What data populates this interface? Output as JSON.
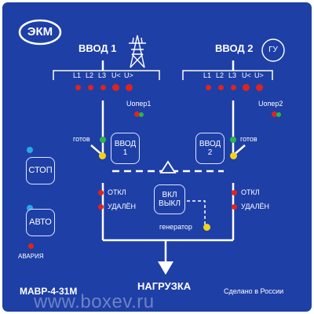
{
  "brand": {
    "logo_text": "ЭКМ",
    "model": "МАВР-4-31М",
    "made_in": "Сделано в России"
  },
  "watermark": "www.boxev.ru",
  "input1": {
    "title": "ВВОД 1",
    "phases": [
      "L1",
      "L2",
      "L3",
      "U<",
      "U>"
    ],
    "uoper_label": "Uопер1",
    "ready_label": "готов",
    "button_label": "ВВОД 1"
  },
  "input2": {
    "title": "ВВОД 2",
    "phases": [
      "L1",
      "L2",
      "L3",
      "U<",
      "U>"
    ],
    "uoper_label": "Uопер2",
    "ready_label": "готов",
    "button_label": "ВВОД 2",
    "generator_icon_text": "ГУ"
  },
  "controls": {
    "stop_label": "СТОП",
    "auto_label": "АВТО",
    "alarm_label": "АВАРИЯ"
  },
  "status": {
    "off_label": "ОТКЛ",
    "remote_label": "УДАЛЁН"
  },
  "generator": {
    "on_off_label_1": "ВКЛ",
    "on_off_label_2": "ВЫКЛ",
    "label": "генератор"
  },
  "load": {
    "label": "НАГРУЗКА"
  },
  "colors": {
    "panel": "#1e3fa6",
    "line": "#ffffff",
    "led_red": "#e0241b",
    "led_green": "#2fb34a",
    "led_yellow": "#f2d31a",
    "led_blue": "#26a9e8"
  }
}
